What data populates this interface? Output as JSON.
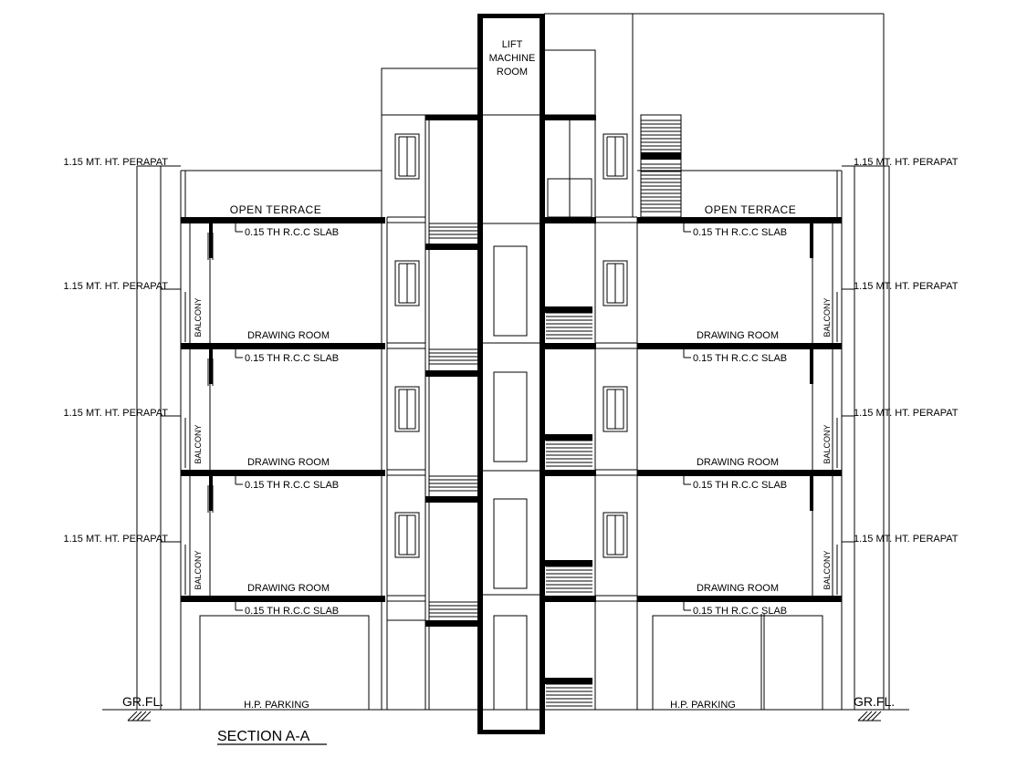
{
  "labels": {
    "lift": [
      "LIFT",
      "MACHINE",
      "ROOM"
    ],
    "parapet": "1.15 MT. HT. PERAPAT",
    "open_terrace": "OPEN TERRACE",
    "slab": "0.15 TH  R.C.C  SLAB",
    "drawing_room": "DRAWING  ROOM",
    "balcony": "BALCONY",
    "parking": "H.P. PARKING",
    "ground": "GR.FL.",
    "section_title": "SECTION  A-A"
  }
}
